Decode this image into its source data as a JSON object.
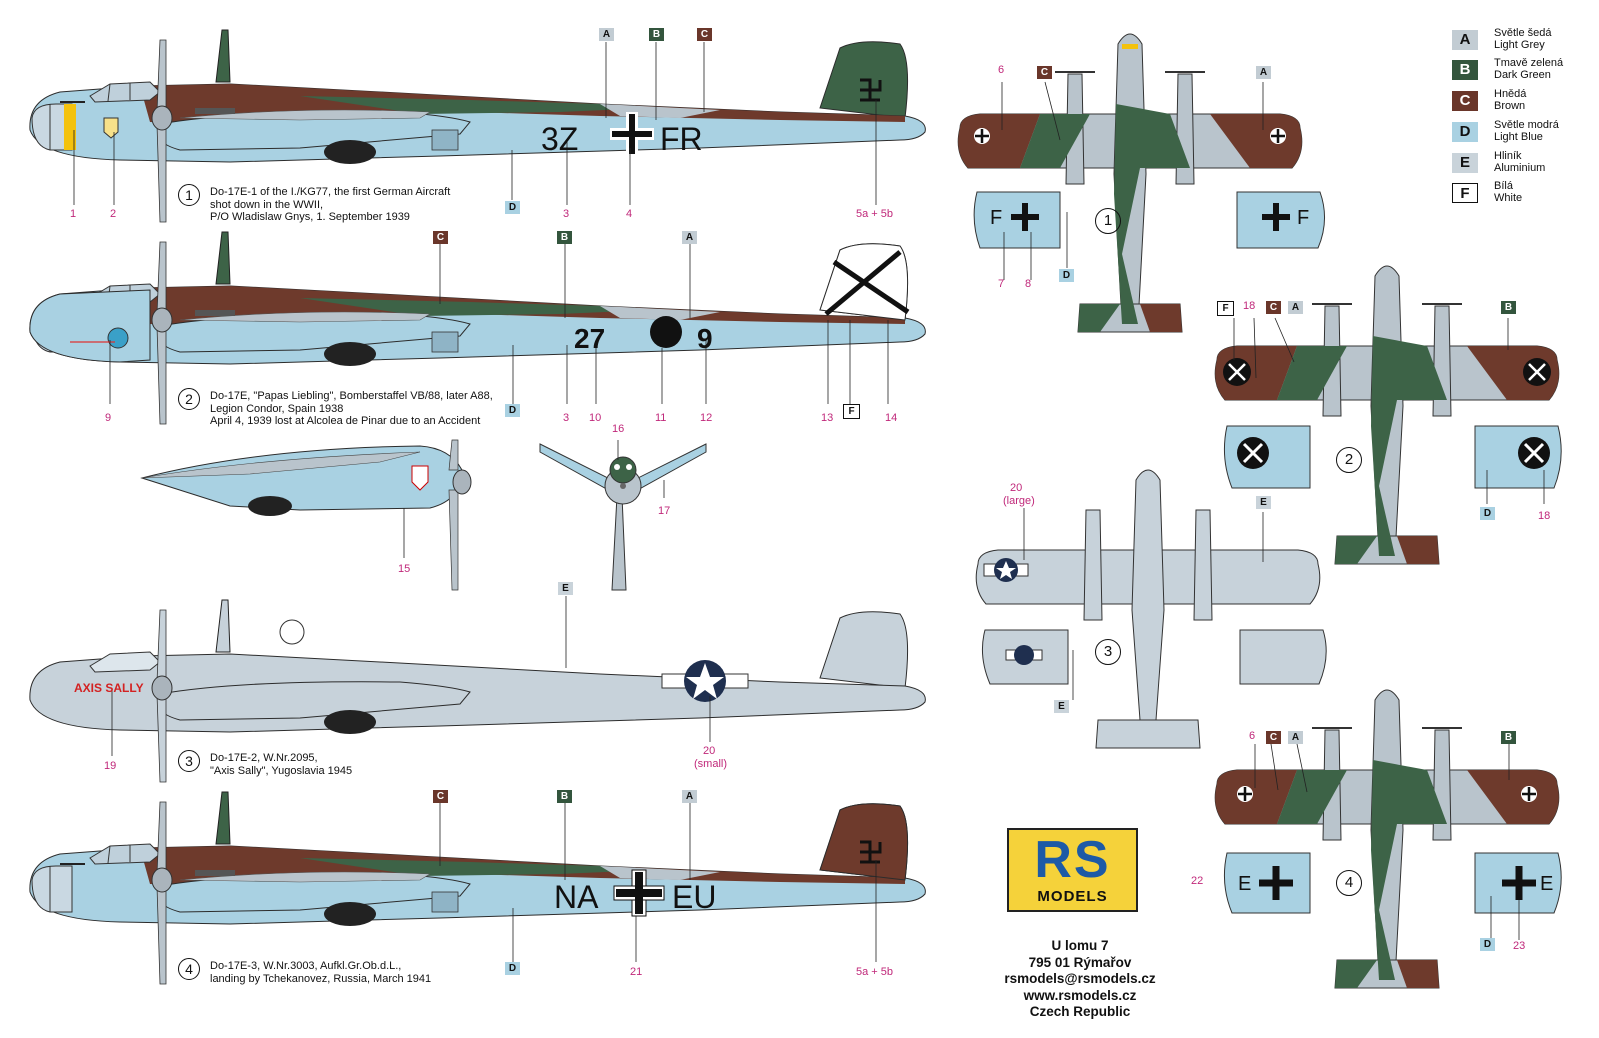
{
  "colors": {
    "light_grey": "#b9c4cc",
    "dark_green": "#3d6347",
    "brown": "#6e3a2c",
    "light_blue": "#a9d1e2",
    "aluminium": "#c7d2da",
    "white": "#ffffff",
    "callout": "#c0287a",
    "logo_yellow": "#f5d23a",
    "logo_blue": "#1d5aa6"
  },
  "legend": [
    {
      "code": "A",
      "cz": "Světle šedá",
      "en": "Light Grey",
      "color": "#c2ccd3",
      "text_color": "#111"
    },
    {
      "code": "B",
      "cz": "Tmavě zelená",
      "en": "Dark Green",
      "color": "#33553d",
      "text_color": "#fff"
    },
    {
      "code": "C",
      "cz": "Hnědá",
      "en": "Brown",
      "color": "#6a362a",
      "text_color": "#fff"
    },
    {
      "code": "D",
      "cz": "Světle modrá",
      "en": "Light Blue",
      "color": "#a9d1e2",
      "text_color": "#111"
    },
    {
      "code": "E",
      "cz": "Hliník",
      "en": "Aluminium",
      "color": "#c9d3da",
      "text_color": "#111"
    },
    {
      "code": "F",
      "cz": "Bílá",
      "en": "White",
      "color": "#ffffff",
      "text_color": "#111"
    }
  ],
  "profiles": [
    {
      "id": "1",
      "caption_lines": [
        "Do-17E-1 of the I./KG77, the first German Aircraft",
        "shot down in the WWII,",
        "P/O Wladislaw Gnys, 1. September 1939"
      ],
      "code_left": "3Z",
      "code_right": "FR",
      "callouts": [
        "1",
        "2",
        "3",
        "4",
        "5a + 5b"
      ],
      "badges": [
        "A",
        "B",
        "C",
        "D"
      ]
    },
    {
      "id": "2",
      "caption_lines": [
        "Do-17E, \"Papas Liebling\", Bomberstaffel VB/88, later A88,",
        "Legion Condor, Spain 1938",
        "April 4, 1939 lost at Alcolea de Pinar due to an Accident"
      ],
      "code_left": "27",
      "code_right": "9",
      "callouts": [
        "9",
        "3",
        "10",
        "11",
        "12",
        "13",
        "14",
        "15",
        "16",
        "17"
      ],
      "badges": [
        "C",
        "B",
        "A",
        "D",
        "F"
      ]
    },
    {
      "id": "3",
      "caption_lines": [
        "Do-17E-2, W.Nr.2095,",
        "\"Axis Sally\", Yugoslavia 1945"
      ],
      "nose_art": "AXIS SALLY",
      "callouts": [
        "19",
        "20",
        "(small)"
      ],
      "badges": [
        "E"
      ]
    },
    {
      "id": "4",
      "caption_lines": [
        "Do-17E-3, W.Nr.3003, Aufkl.Gr.Ob.d.L.,",
        "landing by Tchekanovez, Russia, March 1941"
      ],
      "code_left": "NA",
      "code_right": "EU",
      "callouts": [
        "21",
        "5a + 5b"
      ],
      "badges": [
        "C",
        "B",
        "A",
        "D"
      ]
    }
  ],
  "topviews": {
    "tv1": {
      "num": "1",
      "callouts": [
        "6",
        "7",
        "8"
      ],
      "badges": [
        "C",
        "A",
        "D"
      ],
      "wing_letter": "F"
    },
    "tv2": {
      "num": "2",
      "callouts": [
        "18",
        "18"
      ],
      "badges": [
        "F",
        "C",
        "A",
        "B",
        "D"
      ]
    },
    "tv3": {
      "num": "3",
      "callouts": [
        "20",
        "(large)"
      ],
      "badges": [
        "E",
        "E"
      ]
    },
    "tv4": {
      "num": "4",
      "callouts": [
        "6",
        "22",
        "23"
      ],
      "badges": [
        "C",
        "A",
        "B",
        "D"
      ],
      "wing_letter": "E"
    }
  },
  "logo": {
    "big": "RS",
    "small": "MODELS"
  },
  "address": [
    "U lomu 7",
    "795 01 Rýmařov",
    "rsmodels@rsmodels.cz",
    "www.rsmodels.cz",
    "Czech Republic"
  ]
}
